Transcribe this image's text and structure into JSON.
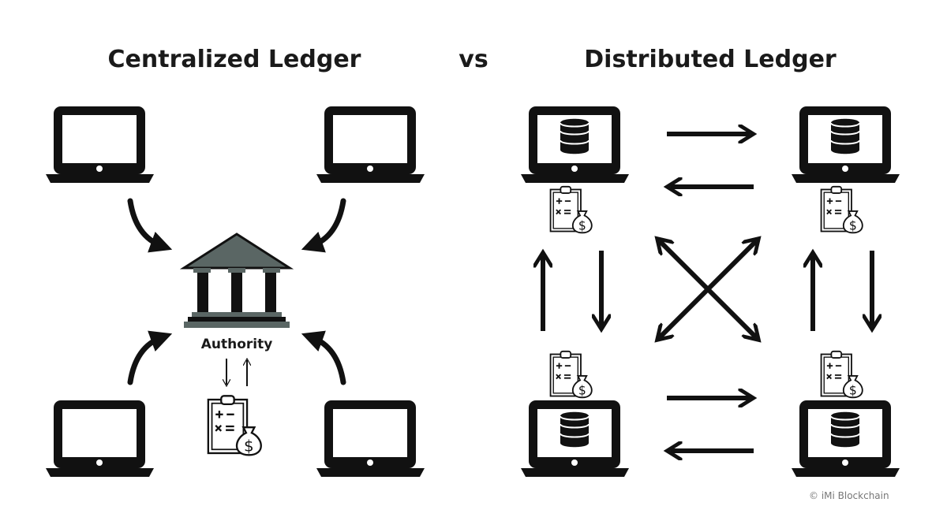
{
  "titles": {
    "left": "Centralized Ledger",
    "vs": "vs",
    "right": "Distributed Ledger"
  },
  "authority_label": "Authority",
  "copyright": "© iMi Blockchain",
  "colors": {
    "ink": "#111111",
    "bank_gray": "#5a6664",
    "text": "#1a1a1a",
    "copyright": "#777777"
  },
  "icons": [
    "laptop-icon",
    "database-icon",
    "ledger-clipboard-icon",
    "money-bag-icon",
    "bank-icon",
    "arrow-icon"
  ]
}
